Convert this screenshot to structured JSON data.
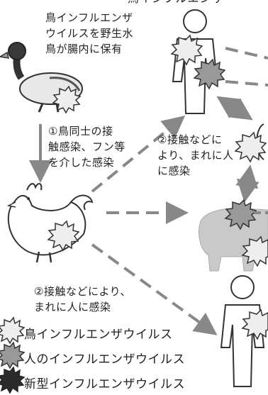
{
  "title_fragment": "鳥インフルエンザ",
  "wild_bird_note": "鳥インフルエンザ\nウイルスを野生水\n鳥が腸内に保有",
  "route_1": "①鳥同士の接\n触感染、フン等\nを介した感染",
  "route_2_upper": "②接触などに\nより、まれに人\nに感染",
  "route_2_lower": "②接触などにより、\nまれに人に感染",
  "legend": [
    {
      "label": "鳥インフルエンザウイルス",
      "shade": "#eeeeee",
      "icon": "light-virus-icon"
    },
    {
      "label": "人のインフルエンザウイルス",
      "shade": "#999999",
      "icon": "gray-virus-icon"
    },
    {
      "label": "新型インフルエンザウイルス",
      "shade": "#2b2b2b",
      "icon": "dark-virus-icon"
    }
  ],
  "colors": {
    "arrow": "#888888",
    "figure_outline": "#333333",
    "pig": "#c9c9c9"
  }
}
